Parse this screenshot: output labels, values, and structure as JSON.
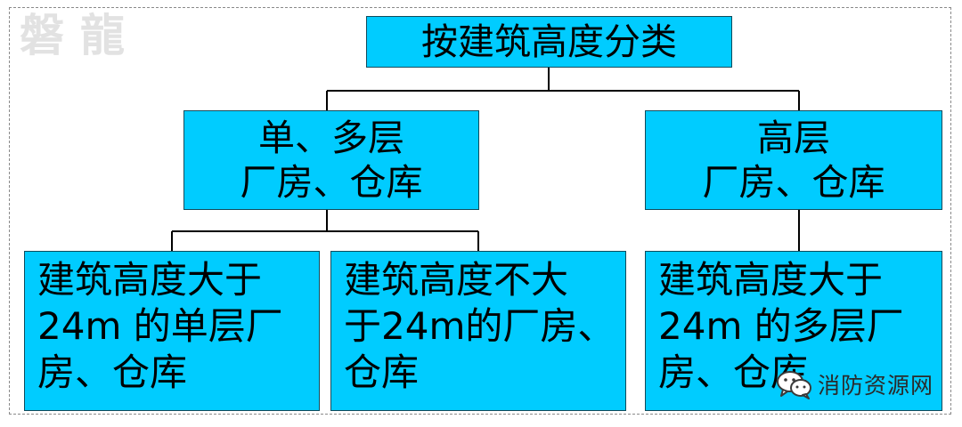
{
  "logo": "磐龍",
  "root": "按建筑高度分类",
  "mid_left": [
    "单、多层",
    "厂房、仓库"
  ],
  "mid_right": [
    "高层",
    "厂房、仓库"
  ],
  "leaf1": [
    "建筑高度大于",
    "24m 的单层厂",
    "房、仓库"
  ],
  "leaf2": [
    "建筑高度不大",
    "于24m的厂房、",
    "仓库"
  ],
  "leaf3": [
    "建筑高度大于",
    "24m 的多层厂",
    "房、仓库"
  ],
  "watermark": {
    "text": "消防资源网",
    "icon": "wechat-icon"
  },
  "colors": {
    "box_fill": "#00ccff",
    "box_border": "#0f4b5c",
    "line": "#000000"
  }
}
